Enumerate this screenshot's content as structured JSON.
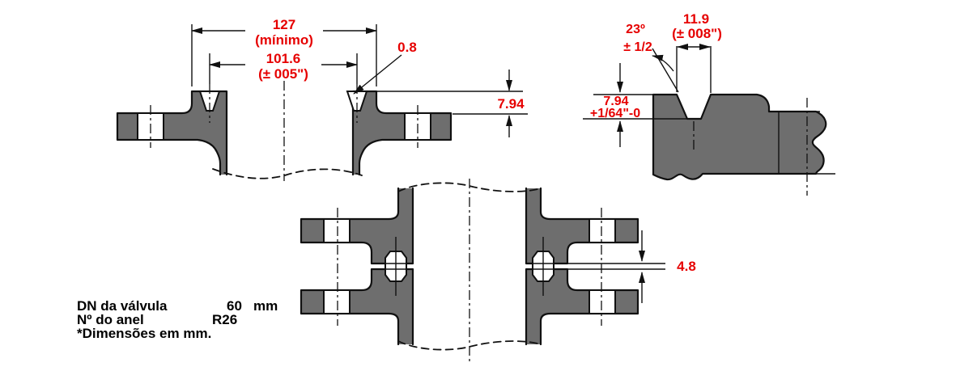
{
  "colors": {
    "body_gray": "#6e6e6e",
    "line_black": "#111111",
    "dimension_red": "#e60000",
    "background": "#ffffff"
  },
  "figure1": {
    "name": "flange face cross-section",
    "dim_width": {
      "value": "127",
      "qualifier": "(mínimo)"
    },
    "dim_pitch": {
      "value": "101.6",
      "qualifier": "(± 005\")"
    },
    "dim_radius": {
      "value": "0.8"
    },
    "dim_depth": {
      "value": "7.94"
    }
  },
  "figure2": {
    "name": "ring groove detail",
    "dim_angle": {
      "value": "23º",
      "qualifier": "± 1/2"
    },
    "dim_groove_width": {
      "value": "11.9",
      "qualifier": "(± 008\")"
    },
    "dim_groove_depth": {
      "value": "7.94",
      "qualifier": "+1/64\"-0"
    }
  },
  "figure3": {
    "name": "assembled flange joint",
    "dim_gap": {
      "value": "4.8"
    }
  },
  "notes": {
    "row1": {
      "label": "DN da válvula",
      "value": "60",
      "unit": "mm"
    },
    "row2": {
      "label": "Nº do anel",
      "value": "R26"
    },
    "footnote": "*Dimensões em mm."
  }
}
